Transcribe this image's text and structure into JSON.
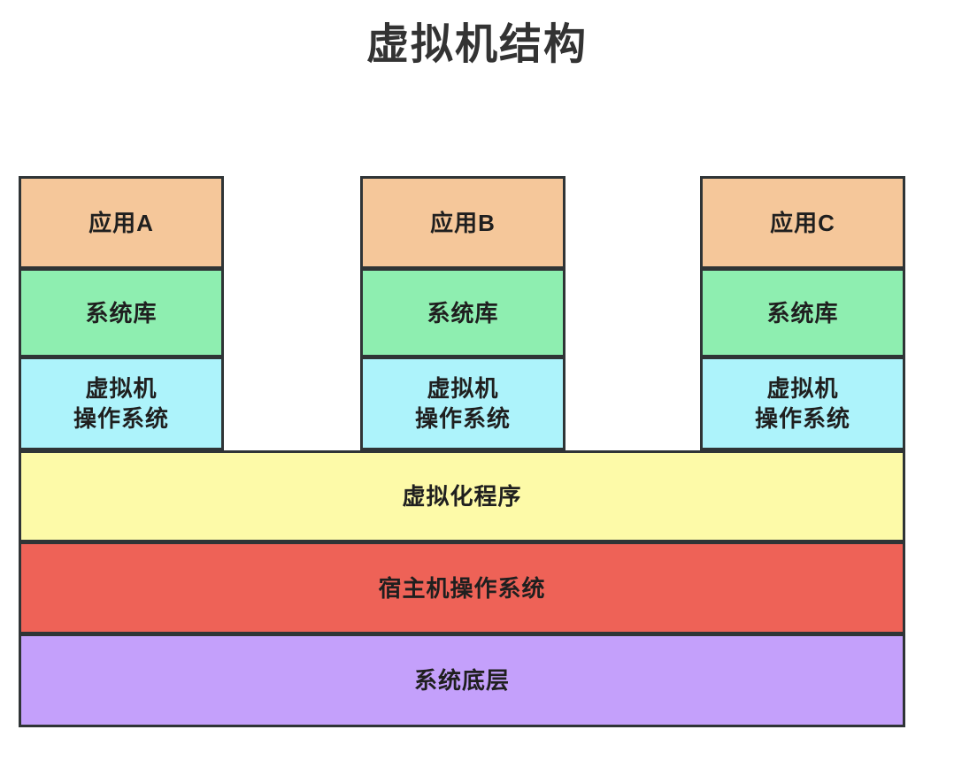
{
  "title": "虚拟机结构",
  "colors": {
    "app": "#f5c79a",
    "lib": "#8eeeb0",
    "guest_os": "#adf3fb",
    "hypervisor": "#fdfaa8",
    "host_os": "#ee6257",
    "hardware": "#c4a0fb",
    "border": "#2f3436",
    "text": "#1f1f1f",
    "title": "#333333",
    "background": "#ffffff"
  },
  "vm_columns": [
    {
      "app_label": "应用A",
      "lib_label": "系统库",
      "guest_os_label": "虚拟机\n操作系统"
    },
    {
      "app_label": "应用B",
      "lib_label": "系统库",
      "guest_os_label": "虚拟机\n操作系统"
    },
    {
      "app_label": "应用C",
      "lib_label": "系统库",
      "guest_os_label": "虚拟机\n操作系统"
    }
  ],
  "base_layers": {
    "hypervisor_label": "虚拟化程序",
    "host_os_label": "宿主机操作系统",
    "hardware_label": "系统底层"
  }
}
